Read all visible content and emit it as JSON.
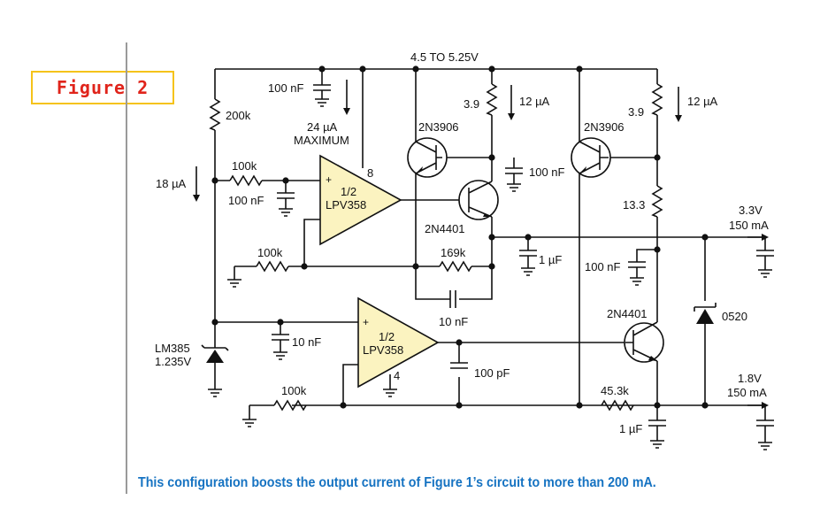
{
  "figure_label": "Figure 2",
  "caption": "This configuration boosts the output current of Figure 1’s circuit to more than 200 mA.",
  "colors": {
    "figure_label_text": "#e0241b",
    "figure_label_border": "#f5c31a",
    "caption_text": "#1673c2",
    "opamp_fill": "#fbf3c0",
    "wire": "#111111"
  },
  "labels": {
    "supply": "4.5 TO 5.25V",
    "c_top": "100 nF",
    "i_max_value": "24 µA",
    "i_max_word": "MAXIMUM",
    "r_200k": "200k",
    "i_18": "18 µA",
    "r_in1": "100k",
    "c_in1": "100 nF",
    "pin8": "8",
    "opamp1_frac": "1/2",
    "opamp1_name": "LPV358",
    "r_fb1": "100k",
    "r_3p9_a": "3.9",
    "i_12_a": "12 µA",
    "q1": "2N3906",
    "c_q1": "100 nF",
    "q2": "2N4401",
    "r_169k": "169k",
    "c_1uF_a": "1 µF",
    "c_10nF_fb": "10 nF",
    "r_3p9_b": "3.9",
    "i_12_b": "12 µA",
    "q3": "2N3906",
    "r_13p3": "13.3",
    "out1_v": "3.3V",
    "out1_i": "150 mA",
    "c_100nF_r": "100 nF",
    "q4": "2N4401",
    "diode": "0520",
    "ref_name": "LM385",
    "ref_v": "1.235V",
    "c_10nF_ref": "10 nF",
    "opamp2_frac": "1/2",
    "opamp2_name": "LPV358",
    "pin4": "4",
    "c_100pF": "100 pF",
    "r_fb2": "100k",
    "r_45k": "45.3k",
    "c_1uF_b": "1 µF",
    "out2_v": "1.8V",
    "out2_i": "150 mA"
  }
}
